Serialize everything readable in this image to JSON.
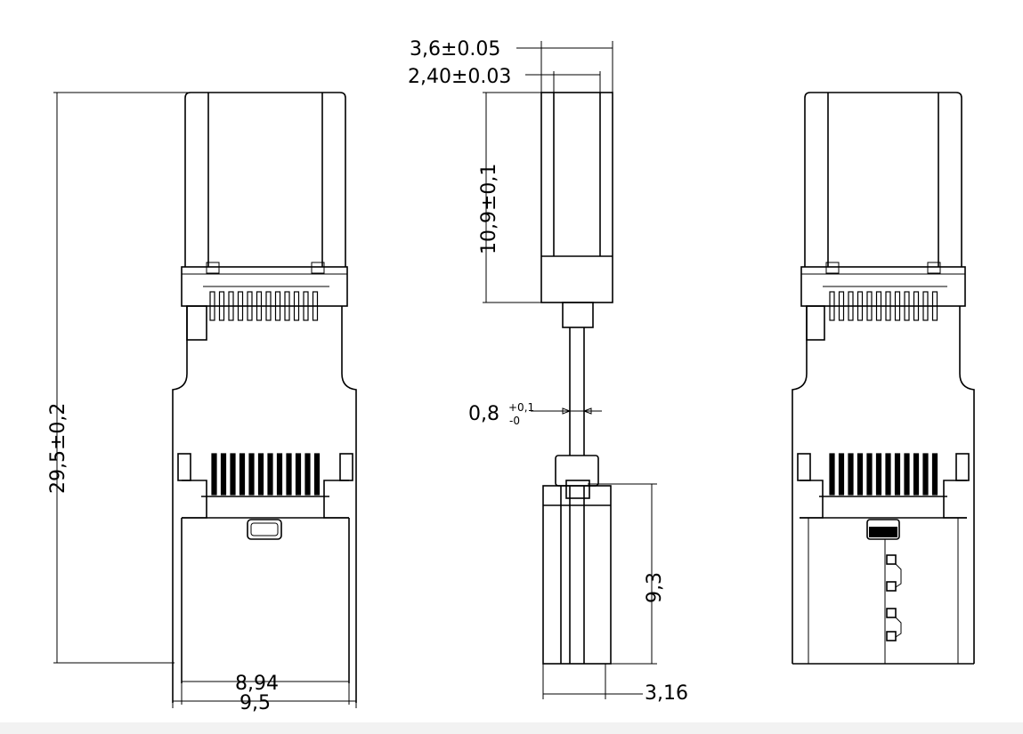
{
  "drawing": {
    "dimensions": {
      "overall_length": "29,5±0,2",
      "width_outer": "9,5",
      "width_inner": "8,94",
      "thickness_top": "3,6±0.05",
      "thickness_inner": "2,40±0.03",
      "plug_length": "10,9±0,1",
      "pcb_thickness_base": "0,8",
      "pcb_thickness_tol_plus": "+0,1",
      "pcb_thickness_tol_minus": "-0",
      "rear_length": "9,3",
      "rear_thickness": "3,16"
    }
  }
}
